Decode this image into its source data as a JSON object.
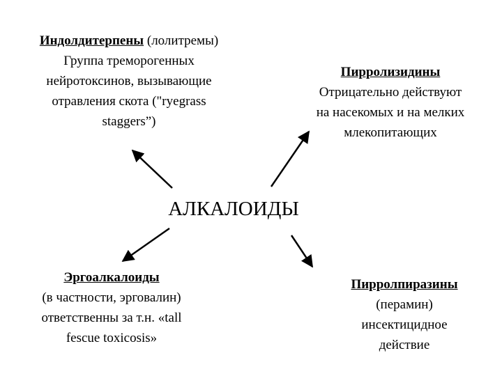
{
  "center_label": "АЛКАЛОИДЫ",
  "top_left": {
    "title": "Индолдитерпены",
    "title_suffix": " (лолитремы)",
    "lines": [
      "Группа треморогенных",
      "нейротоксинов, вызывающие",
      "отравления скота (\"ryegrass",
      "staggers”)"
    ]
  },
  "top_right": {
    "title": "Пирролизидины",
    "lines": [
      "Отрицательно действуют",
      "на насекомых и на мелких",
      "млекопитающих"
    ]
  },
  "bottom_left": {
    "title": "Эргоалкалоиды",
    "lines": [
      "(в частности, эрговалин)",
      "ответственны за т.н. «tall",
      "fescue toxicosis»"
    ]
  },
  "bottom_right": {
    "title": "Пирролпиразины",
    "lines": [
      "(перамин)",
      "инсектицидное",
      "действие"
    ]
  },
  "colors": {
    "text": "#000000",
    "background": "#ffffff",
    "arrow": "#000000"
  }
}
